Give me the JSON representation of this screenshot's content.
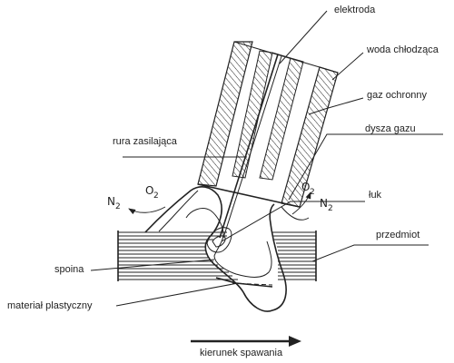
{
  "labels": {
    "electrode": "elektroda",
    "cooling_water": "woda chłodząca",
    "shielding_gas": "gaz ochronny",
    "gas_nozzle": "dysza gazu",
    "feed_tube": "rura zasilająca",
    "arc": "łuk",
    "workpiece": "przedmiot",
    "weld": "spoina",
    "plastic_material": "materiał plastyczny",
    "welding_direction": "kierunek spawania"
  },
  "gases": {
    "left_n": "N",
    "left_n_sub": "2",
    "left_o": "O",
    "left_o_sub": "2",
    "right_o": "O",
    "right_o_sub": "2",
    "right_n": "N",
    "right_n_sub": "2"
  },
  "colors": {
    "ink": "#222222",
    "background": "#ffffff"
  }
}
